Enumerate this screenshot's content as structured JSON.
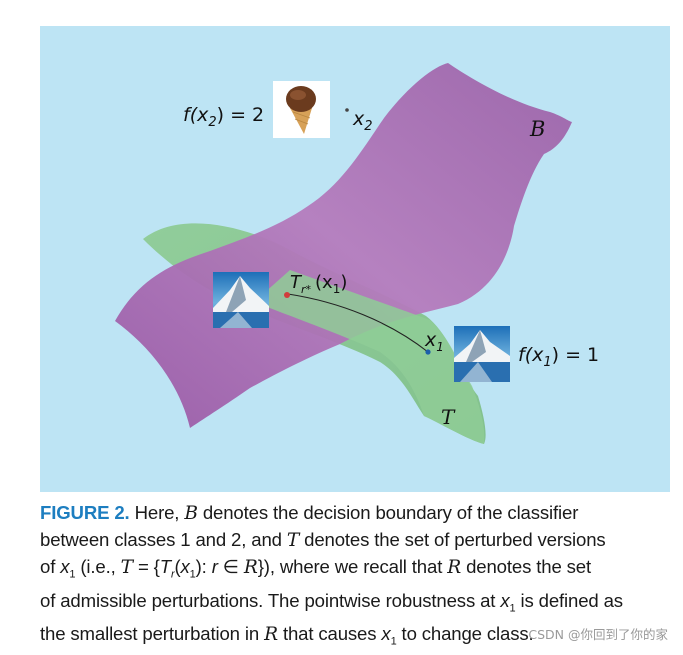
{
  "figure": {
    "label_f_x2": "f(x",
    "label_f_x2_sub": "2",
    "label_f_x2_val": ") = 2",
    "label_x2": "x",
    "label_x2_sub": "2",
    "label_boundary": "B",
    "label_T_r": "T",
    "label_T_r_sub": "r*",
    "label_T_r_arg": "(x",
    "label_T_r_arg_sub": "1",
    "label_T_r_close": ")",
    "label_x1": "x",
    "label_x1_sub": "1",
    "label_f_x1": "f(x",
    "label_f_x1_sub": "1",
    "label_f_x1_val": ") = 1",
    "label_T": "T",
    "colors": {
      "background": "#bde4f4",
      "boundary_surface": "#a86ab0",
      "perturbation_surface": "#8fcc96",
      "caption_label": "#1d7ec0"
    }
  },
  "caption": {
    "label": "FIGURE 2.",
    "line1": " Here, ",
    "sym_B": "B",
    "line1b": " denotes the decision boundary of the classifier",
    "line2": "between classes 1 and 2, and ",
    "sym_T": "T",
    "line2b": " denotes the set of perturbed versions",
    "line3a": "of ",
    "x1a": "x",
    "x1a_sub": "1",
    "line3b": " (i.e., ",
    "sym_T2": "T",
    "line3c": " = {",
    "sym_Tr": "T",
    "sym_Tr_sub": "r",
    "line3d": "(",
    "x1b": "x",
    "x1b_sub": "1",
    "line3e": "): ",
    "r": "r",
    "line3f": " ∈ ",
    "sym_R": "R",
    "line3g": "}), where we recall that ",
    "sym_R2": "R",
    "line3h": " denotes the set",
    "line4a": "of admissible perturbations. The pointwise robustness at ",
    "x1c": "x",
    "x1c_sub": "1",
    "line4b": " is defined as",
    "line5a": "the smallest perturbation in ",
    "sym_R3": "R",
    "line5b": " that causes ",
    "x1d": "x",
    "x1d_sub": "1",
    "line5c": " to change class."
  },
  "watermark": "CSDN @你回到了你的家"
}
